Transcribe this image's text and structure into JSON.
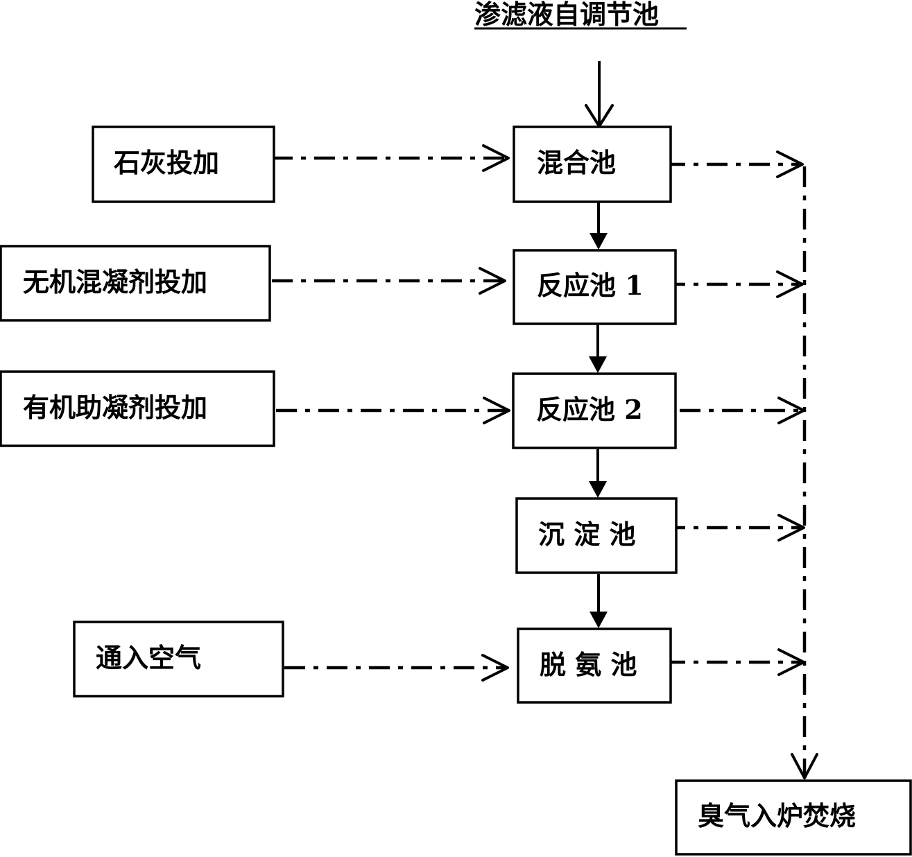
{
  "source": {
    "title": "渗滤液自调节池"
  },
  "process": {
    "mix_tank": "混合池",
    "reaction_tank_1": "反应池 1",
    "reaction_tank_2": "反应池 2",
    "sedimentation_tank": "沉 淀 池",
    "deammonia_tank": "脱 氨 池"
  },
  "inputs": {
    "lime": "石灰投加",
    "inorganic_coagulant": "无机混凝剂投加",
    "organic_coagulant_aid": "有机助凝剂投加",
    "air": "通入空气"
  },
  "output": {
    "odor_incineration": "臭气入炉焚烧"
  }
}
